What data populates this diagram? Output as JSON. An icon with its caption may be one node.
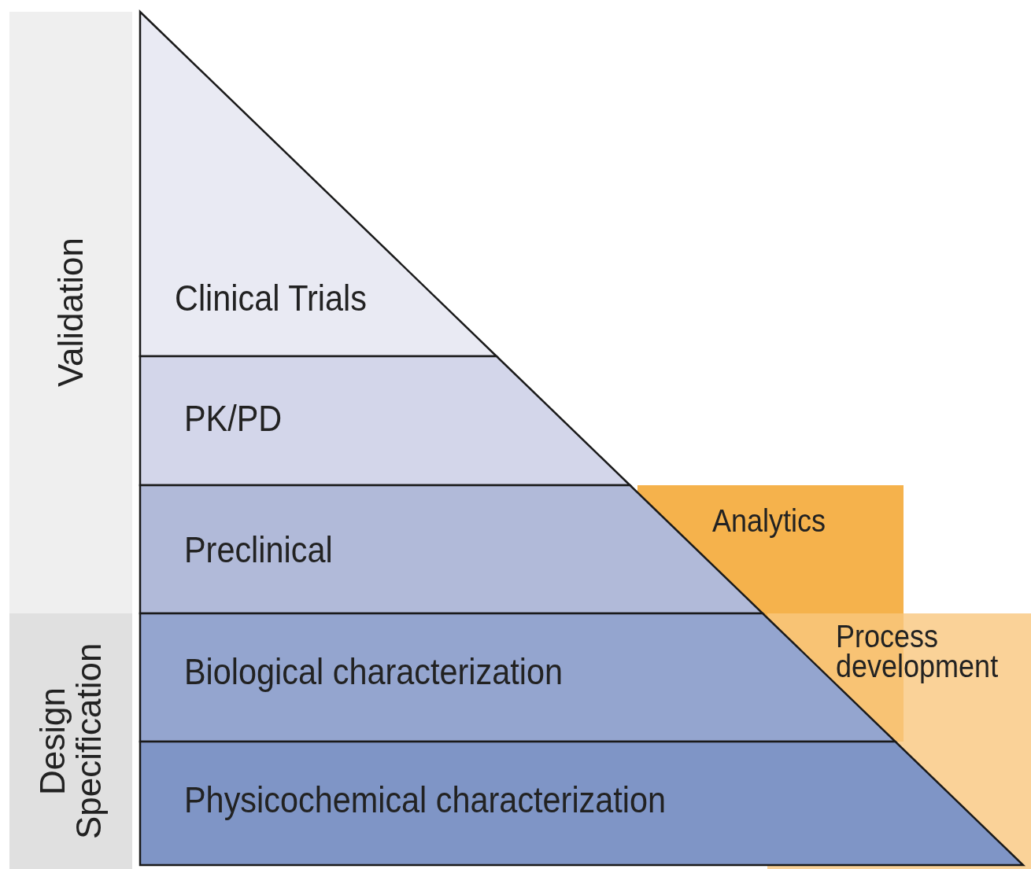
{
  "diagram": {
    "nodes": [
      {
        "text": [
          "Validation"
        ]
      },
      {
        "text": [
          "Design Specification"
        ]
      },
      {
        "text": [
          "Clinical Trials"
        ]
      },
      {
        "text": [
          "PK/PD"
        ]
      },
      {
        "text": [
          "Preclinical"
        ]
      },
      {
        "text": [
          "Biological characterization"
        ]
      },
      {
        "text": [
          "Physicochemical characterization"
        ]
      },
      {
        "text": [
          "Analytics"
        ]
      },
      {
        "text": [
          "Process development"
        ]
      }
    ]
  }
}
